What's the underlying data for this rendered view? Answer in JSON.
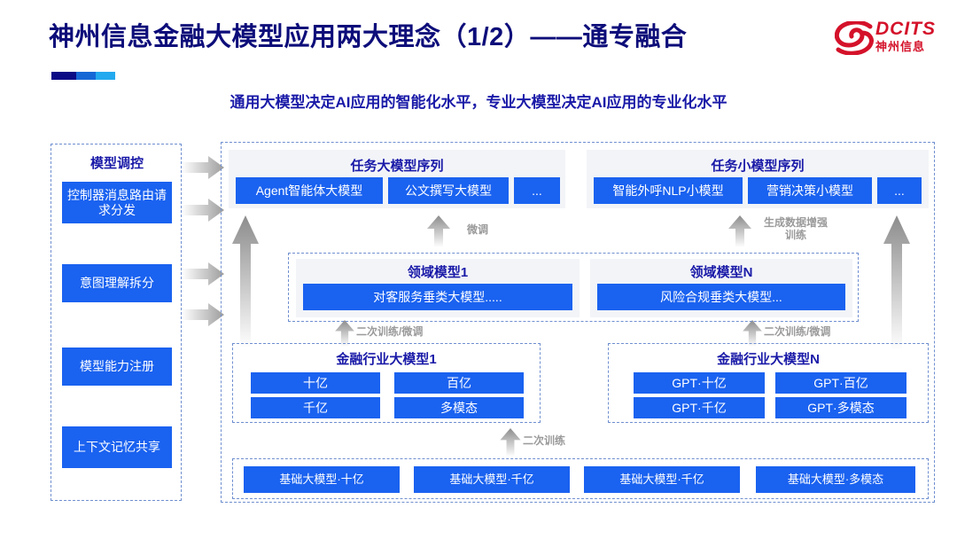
{
  "header": {
    "title": "神州信息金融大模型应用两大理念（1/2）——通专融合",
    "subtitle": "通用大模型决定AI应用的智能化水平，专业大模型决定AI应用的专业化水平",
    "logo": {
      "en": "DCITS",
      "cn": "神州信息",
      "color": "#d4122a"
    }
  },
  "accent": {
    "chip_blue": "#1a62f0",
    "title_navy": "#0d0d7a",
    "panel_title": "#1a1aa8",
    "caption_gray": "#9a9a9a",
    "dashed_border": "#6f8fd0"
  },
  "left_column": {
    "title": "模型调控",
    "items": [
      {
        "label": "控制器消息路由请求分发"
      },
      {
        "label": "意图理解拆分"
      },
      {
        "label": "模型能力注册"
      },
      {
        "label": "上下文记忆共享"
      }
    ]
  },
  "task_sequences": [
    {
      "title": "任务大模型序列",
      "items": [
        {
          "label": "Agent智能体大模型"
        },
        {
          "label": "公文撰写大模型"
        },
        {
          "label": "..."
        }
      ]
    },
    {
      "title": "任务小模型序列",
      "items": [
        {
          "label": "智能外呼NLP小模型"
        },
        {
          "label": "营销决策小模型"
        },
        {
          "label": "..."
        }
      ]
    }
  ],
  "domain_models": [
    {
      "title": "领域模型1",
      "item": "对客服务垂类大模型....."
    },
    {
      "title": "领域模型N",
      "item": "风险合规垂类大模型..."
    }
  ],
  "industry_models": [
    {
      "title": "金融行业大模型1",
      "items": [
        "十亿",
        "百亿",
        "千亿",
        "多模态"
      ]
    },
    {
      "title": "金融行业大模型N",
      "items": [
        "GPT·十亿",
        "GPT·百亿",
        "GPT·千亿",
        "GPT·多模态"
      ]
    }
  ],
  "base_models": [
    {
      "label": "基础大模型·十亿"
    },
    {
      "label": "基础大模型·千亿"
    },
    {
      "label": "基础大模型·千亿"
    },
    {
      "label": "基础大模型·多模态"
    }
  ],
  "captions": {
    "fine_tune": "微调",
    "data_augment": "生成数据增强\n训练",
    "retrain_left": "二次训练/微调",
    "retrain_right": "二次训练/微调",
    "retrain_base": "二次训练"
  }
}
